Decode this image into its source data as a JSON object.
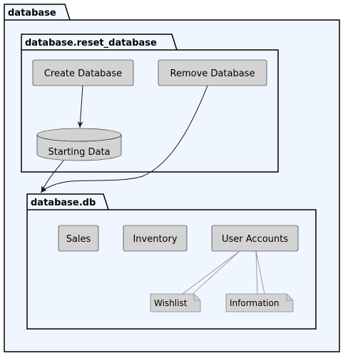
{
  "diagram": {
    "packages": {
      "outer": {
        "title": "database"
      },
      "reset": {
        "title": "database.reset_database"
      },
      "db": {
        "title": "database.db"
      }
    },
    "nodes": {
      "create": "Create Database",
      "remove": "Remove Database",
      "starting": "Starting Data",
      "sales": "Sales",
      "inventory": "Inventory",
      "users": "User Accounts"
    },
    "notes": {
      "wishlist": "Wishlist",
      "information": "Information"
    },
    "colors": {
      "package_fill": "#F0F6FF",
      "node_fill": "#D3D3D3",
      "border": "#000000",
      "note_border": "#888888"
    }
  }
}
